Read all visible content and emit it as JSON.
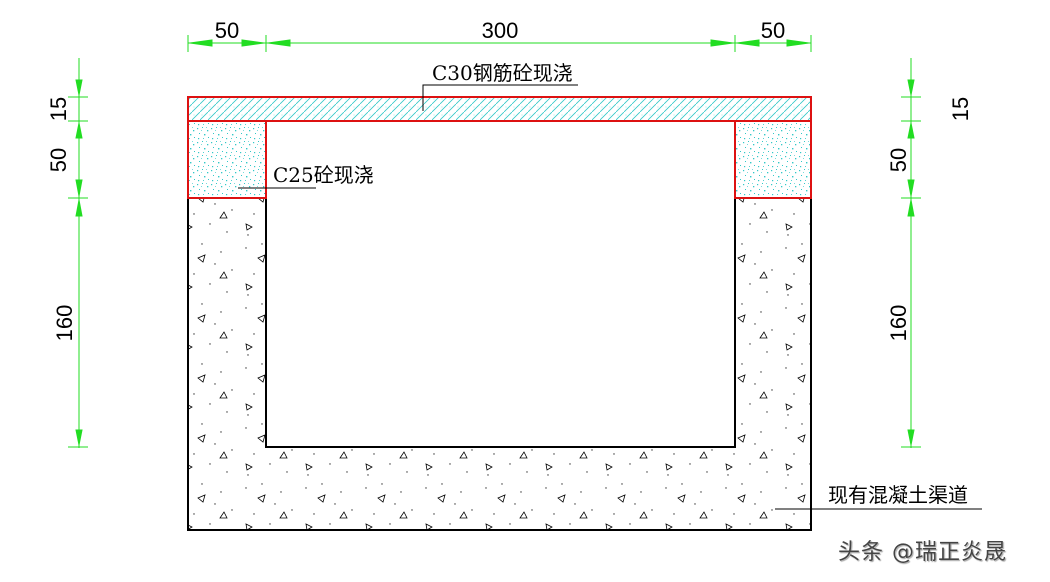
{
  "drawing": {
    "type": "cross-section",
    "colors": {
      "dimension_line": "#22dd22",
      "new_concrete_outline": "#dd1111",
      "existing_outline": "#000000",
      "hatch": "#33c8c8"
    },
    "top_dimensions": [
      {
        "id": "left-wall",
        "value": "50"
      },
      {
        "id": "opening",
        "value": "300"
      },
      {
        "id": "right-wall",
        "value": "50"
      }
    ],
    "left_dimensions": [
      {
        "id": "slab",
        "value": "15"
      },
      {
        "id": "c25-layer",
        "value": "50"
      },
      {
        "id": "existing-wall",
        "value": "160"
      }
    ],
    "right_dimensions": [
      {
        "id": "slab",
        "value": "15"
      },
      {
        "id": "c25-layer",
        "value": "50"
      },
      {
        "id": "existing-wall",
        "value": "160"
      }
    ],
    "labels": {
      "top_slab": "C30钢筋砼现浇",
      "side_fill": "C25砼现浇",
      "existing_channel": "现有混凝土渠道"
    }
  },
  "watermark": "头条 @瑞正炎晟"
}
